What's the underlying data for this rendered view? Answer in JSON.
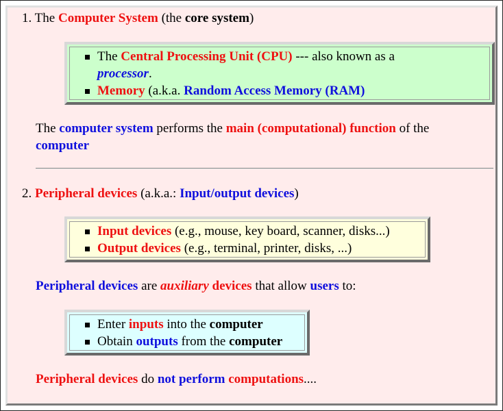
{
  "item1": {
    "number": "1.",
    "the": "The",
    "title": "Computer System",
    "paren_open": "(the",
    "core": "core system",
    "paren_close": ")"
  },
  "box1": {
    "line1_the": "The",
    "line1_cpu": "Central Processing Unit (CPU)",
    "line1_rest": "--- also known as a",
    "line2_processor": "processor",
    "line2_dot": ".",
    "line3_memory": "Memory",
    "line3_aka": "(a.k.a.",
    "line3_ram": "Random Access Memory (RAM)"
  },
  "para1": {
    "the": "The",
    "computer_system": "computer system",
    "performs": "performs the",
    "main_function": "main (computational) function",
    "of_the": "of the",
    "computer": "computer"
  },
  "item2": {
    "number": "2.",
    "title": "Peripheral devices",
    "aka": "(a.k.a.:",
    "io": "Input/output devices",
    "paren_close": ")"
  },
  "box2": {
    "input": "Input devices",
    "input_rest": "(e.g., mouse, key board, scanner, disks...)",
    "output": "Output devices",
    "output_rest": "(e.g., terminal, printer, disks, ...)"
  },
  "para2": {
    "peripheral": "Peripheral devices",
    "are": "are",
    "auxiliary": "auxiliary",
    "devices": "devices",
    "that_allow": "that allow",
    "users": "users",
    "to": "to:"
  },
  "box3": {
    "enter": "Enter",
    "inputs": "inputs",
    "into_the": "into the",
    "computer1": "computer",
    "obtain": "Obtain",
    "outputs": "outputs",
    "from_the": "from the",
    "computer2": "computer"
  },
  "para3": {
    "peripheral": "Peripheral devices",
    "do": "do",
    "not_perform": "not perform",
    "computations": "computations",
    "dots": "...."
  },
  "colors": {
    "panel_bg": "#ffecec",
    "green_box": "#ccffcc",
    "yellow_box": "#ffffdd",
    "cyan_box": "#ddffff",
    "red_text": "#ee1111",
    "blue_text": "#1010dd"
  }
}
